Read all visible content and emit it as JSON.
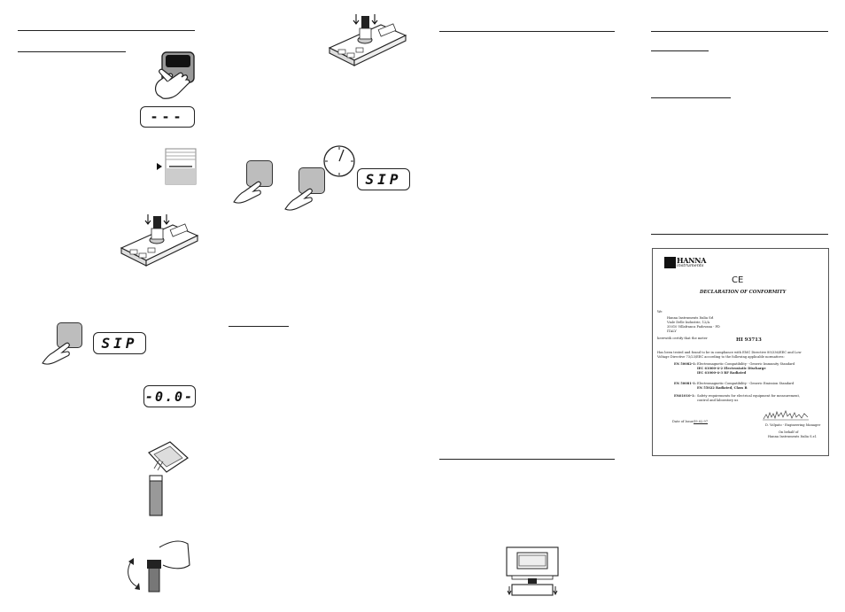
{
  "displays": {
    "dashes": "---",
    "sip_1": "SIP",
    "sip_2": "SIP",
    "zero": "-0.0-"
  },
  "certificate": {
    "brand_line1": "HANNA",
    "brand_line2": "instruments",
    "ce_mark": "CE",
    "title": "DECLARATION OF CONFORMITY",
    "we": "We",
    "address": [
      "Hanna Instruments Italia Srl",
      "Viale Delle Industrie, 12/A",
      "35010 Villafranca Padovana - PD",
      "ITALY"
    ],
    "certify": "herewith certify that the meter",
    "model": "HI 93713",
    "compliance": [
      "Has been tested and found to be in compliance with EMC Directive 89/336/EEC and Low",
      "Voltage Directive 73/23/EEC according to the following applicable normatives:"
    ],
    "standards": [
      {
        "code": "EN 50082-1:",
        "lines": [
          "Electromagnetic Compatibility - Generic Immunity Standard",
          "IEC 61000-4-2  Electrostatic Discharge",
          "IEC 61000-4-3  RF Radiated"
        ]
      },
      {
        "code": "EN 50081-1:",
        "lines": [
          "Electromagnetic Compatibility - Generic Emission Standard",
          "EN 55022  Radiated, Class B"
        ]
      },
      {
        "code": "EN61010-1:",
        "lines": [
          "Safety requirements for electrical equipment for measurement,",
          "control and laboratory us"
        ]
      }
    ],
    "date_label": "Date of Issue:",
    "date_value": "19.02.97",
    "signatory": "D. Volpato - Engineering Manager",
    "behalf1": "On behalf of",
    "behalf2": "Hanna Instruments Italia S.r.l."
  }
}
